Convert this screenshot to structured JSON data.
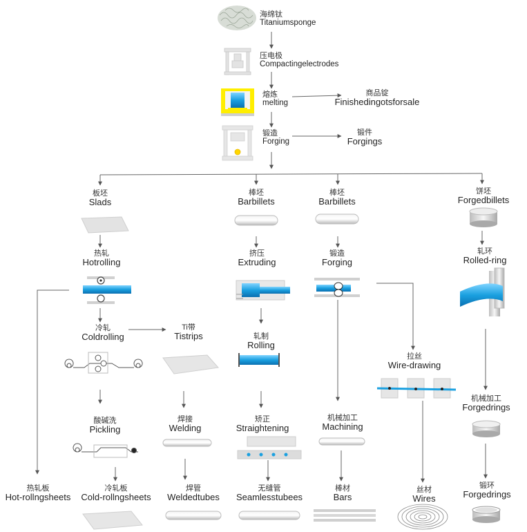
{
  "nodes": {
    "titanium_sponge": {
      "zh": "海绵钛",
      "en": "Titaniumsponge"
    },
    "compacting": {
      "zh": "压电极",
      "en": "Compactingelectrodes"
    },
    "melting": {
      "zh": "熔炼",
      "en": "melting"
    },
    "finished_ingots": {
      "zh": "商品锭",
      "en": "Finishedingotsforsale"
    },
    "forging_top": {
      "zh": "锻造",
      "en": "Forging"
    },
    "forgings": {
      "zh": "锻件",
      "en": "Forgings"
    },
    "slabs": {
      "zh": "板坯",
      "en": "Slads"
    },
    "bar_billets_1": {
      "zh": "棒坯",
      "en": "Barbillets"
    },
    "bar_billets_2": {
      "zh": "棒坯",
      "en": "Barbillets"
    },
    "forged_billets": {
      "zh": "饼坯",
      "en": "Forgedbillets"
    },
    "hot_rolling": {
      "zh": "热轧",
      "en": "Hotrolling"
    },
    "extruding": {
      "zh": "挤压",
      "en": "Extruding"
    },
    "forging_mid": {
      "zh": "锻造",
      "en": "Forging"
    },
    "rolled_ring": {
      "zh": "轧环",
      "en": "Rolled-ring"
    },
    "cold_rolling": {
      "zh": "冷轧",
      "en": "Coldrolling"
    },
    "ti_strips": {
      "zh": "Ti带",
      "en": "Tistrips"
    },
    "rolling": {
      "zh": "轧制",
      "en": "Rolling"
    },
    "wire_drawing": {
      "zh": "拉丝",
      "en": "Wire-drawing"
    },
    "pickling": {
      "zh": "酸碱洗",
      "en": "Pickling"
    },
    "welding": {
      "zh": "焊接",
      "en": "Welding"
    },
    "straightening": {
      "zh": "矫正",
      "en": "Straightening"
    },
    "machining": {
      "zh": "机械加工",
      "en": "Machining"
    },
    "forged_rings_machined": {
      "zh": "机械加工",
      "en": "Forgedrings"
    },
    "hot_rolling_sheets": {
      "zh": "热轧板",
      "en": "Hot-rollngsheets"
    },
    "cold_rolling_sheets": {
      "zh": "冷轧板",
      "en": "Cold-rollngsheets"
    },
    "welded_tubes": {
      "zh": "焊管",
      "en": "Weldedtubes"
    },
    "seamless_tubes": {
      "zh": "无缝管",
      "en": "Seamlesstubees"
    },
    "bars": {
      "zh": "棒材",
      "en": "Bars"
    },
    "wires": {
      "zh": "丝材",
      "en": "Wires"
    },
    "forged_rings": {
      "zh": "锻环",
      "en": "Forgedrings"
    }
  },
  "colors": {
    "line": "#666666",
    "accent_blue": "#1aa0e0",
    "accent_yellow": "#ffee00",
    "equipment_gray": "#cfcfcf"
  }
}
